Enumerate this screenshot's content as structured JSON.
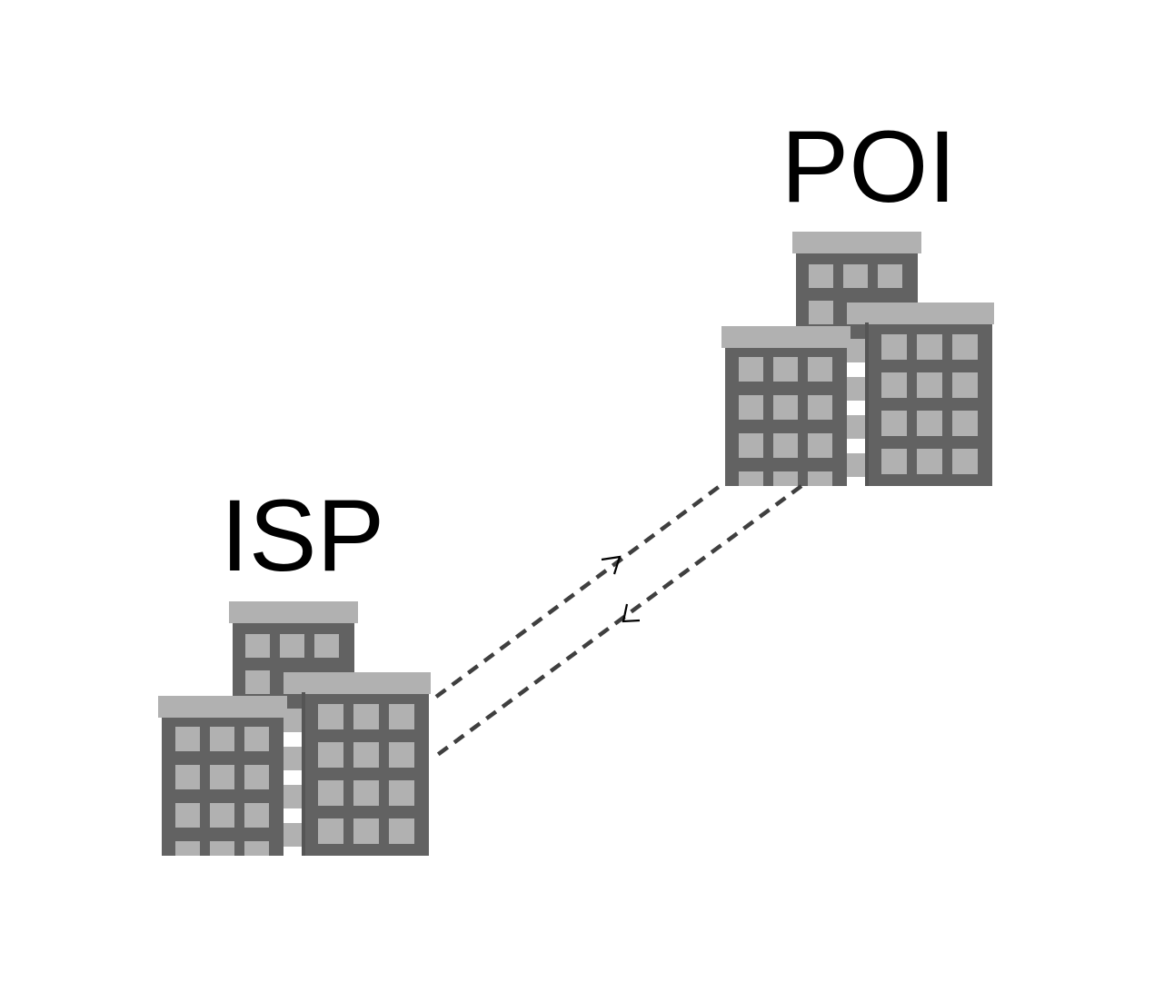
{
  "nodes": {
    "isp": {
      "label": "ISP"
    },
    "poi": {
      "label": "POI"
    }
  },
  "colors": {
    "building_body": "#626262",
    "building_roof": "#b1b1b1",
    "building_window": "#b1b1b1",
    "link": "#3f3f3f",
    "text": "#000000",
    "background": "#ffffff"
  },
  "icons": [
    "office-buildings-icon",
    "office-buildings-icon"
  ],
  "links": [
    {
      "from": "isp",
      "to": "poi",
      "style": "dashed"
    },
    {
      "from": "poi",
      "to": "isp",
      "style": "dashed"
    }
  ]
}
